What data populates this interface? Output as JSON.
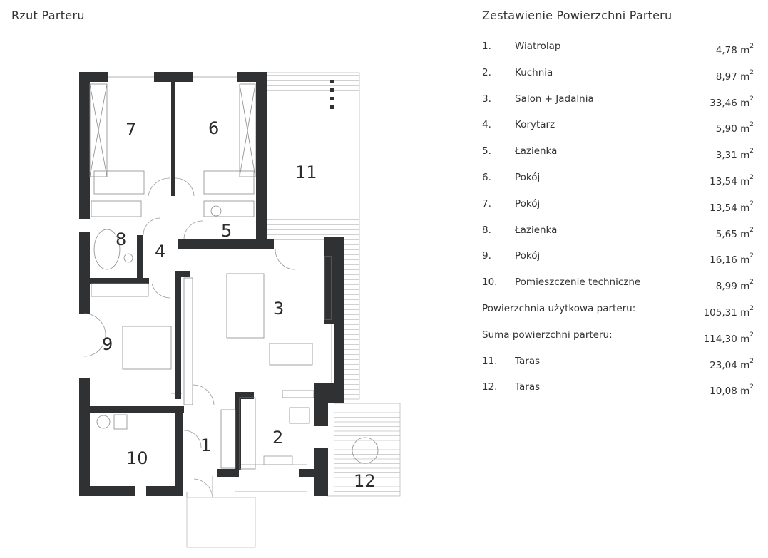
{
  "plan_title": "Rzut Parteru",
  "table_title": "Zestawienie Powierzchni Parteru",
  "unit_base": "m",
  "unit_exp": "2",
  "rooms": [
    {
      "num": "1.",
      "name": "Wiatrolap",
      "area": "4,78"
    },
    {
      "num": "2.",
      "name": "Kuchnia",
      "area": "8,97"
    },
    {
      "num": "3.",
      "name": "Salon + Jadalnia",
      "area": "33,46"
    },
    {
      "num": "4.",
      "name": "Korytarz",
      "area": "5,90"
    },
    {
      "num": "5.",
      "name": "Łazienka",
      "area": "3,31"
    },
    {
      "num": "6.",
      "name": "Pokój",
      "area": "13,54"
    },
    {
      "num": "7.",
      "name": "Pokój",
      "area": "13,54"
    },
    {
      "num": "8.",
      "name": "Łazienka",
      "area": "5,65"
    },
    {
      "num": "9.",
      "name": "Pokój",
      "area": "16,16"
    },
    {
      "num": "10.",
      "name": "Pomieszczenie techniczne",
      "area": "8,99"
    }
  ],
  "usable_label": "Powierzchnia użytkowa parteru:",
  "usable_area": "105,31",
  "total_label": "Suma powierzchni parteru:",
  "total_area": "114,30",
  "terraces": [
    {
      "num": "11.",
      "name": "Taras",
      "area": "23,04"
    },
    {
      "num": "12.",
      "name": "Taras",
      "area": "10,08"
    }
  ],
  "plan_labels": [
    "7",
    "6",
    "11",
    "8",
    "4",
    "5",
    "3",
    "9",
    "2",
    "1",
    "10",
    "12"
  ],
  "colors": {
    "wall": "#2f3132",
    "line": "#9a9a9a",
    "text": "#2b2b2b"
  }
}
